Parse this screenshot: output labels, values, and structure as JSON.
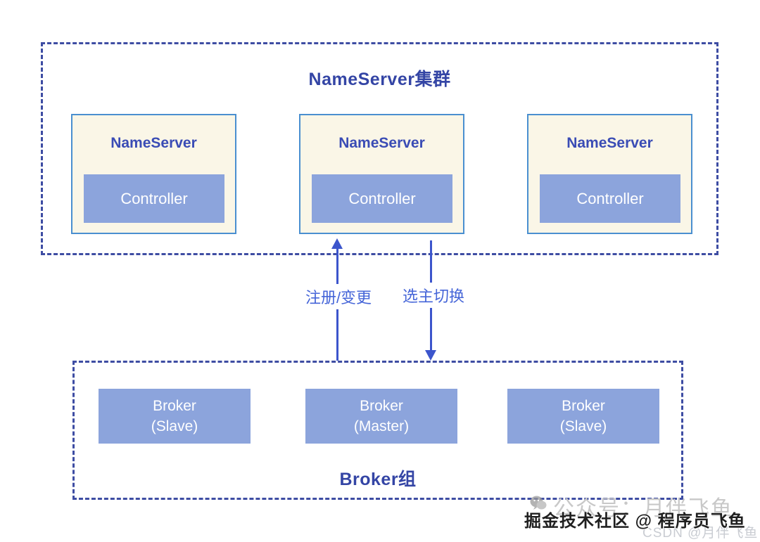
{
  "colors": {
    "dashed_border": "#3e4da3",
    "node_border": "#4a8fd0",
    "node_fill": "#faf6e7",
    "accent_fill": "#8ca4dc",
    "heading_text": "#3445a5",
    "label_text": "#4565d8",
    "arrow": "#3c55cc",
    "watermark_dark": "#1f1f1f",
    "watermark_gray": "#c8c8c8"
  },
  "icons": {
    "watermark_icon": "wechat-icon"
  },
  "nameserver_cluster": {
    "title": "NameServer集群",
    "nodes": [
      {
        "label": "NameServer",
        "sub": "Controller"
      },
      {
        "label": "NameServer",
        "sub": "Controller"
      },
      {
        "label": "NameServer",
        "sub": "Controller"
      }
    ]
  },
  "flows": [
    {
      "label": "注册/变更",
      "direction": "up"
    },
    {
      "label": "选主切换",
      "direction": "down"
    }
  ],
  "broker_group": {
    "title": "Broker组",
    "nodes": [
      {
        "line1": "Broker",
        "line2": "(Slave)"
      },
      {
        "line1": "Broker",
        "line2": "(Master)"
      },
      {
        "line1": "Broker",
        "line2": "(Slave)"
      }
    ]
  },
  "watermarks": {
    "gray_upper": "公众号：月伴飞鱼",
    "dark": "掘金技术社区 @ 程序员飞鱼",
    "gray_lower": "CSDN @月伴飞鱼"
  }
}
